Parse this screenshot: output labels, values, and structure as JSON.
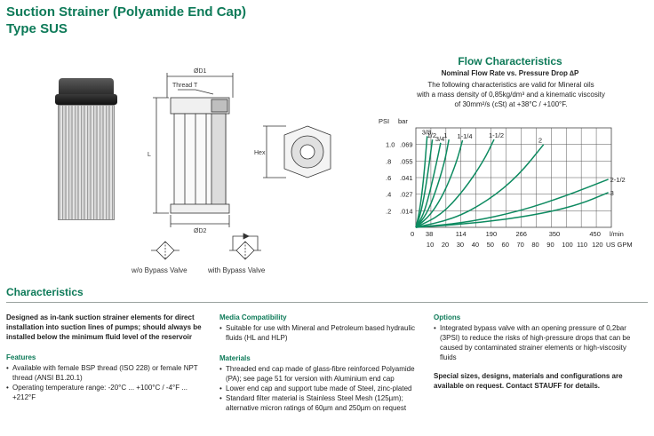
{
  "header": {
    "title_line1": "Suction Strainer (Polyamide End Cap)",
    "title_line2": "Type SUS"
  },
  "drawing": {
    "dim_d1": "ØD1",
    "dim_thread": "Thread T",
    "dim_l": "L",
    "dim_hex": "Hex",
    "dim_d2": "ØD2",
    "caption_no_bypass": "w/o Bypass Valve",
    "caption_bypass": "with Bypass Valve"
  },
  "flow": {
    "title": "Flow Characteristics",
    "subtitle": "Nominal Flow Rate vs. Pressure Drop ∆P",
    "desc_line1": "The following characteristics are valid for Mineral oils",
    "desc_line2": "with a mass density of 0,85kg/dm³ and a kinematic viscosity",
    "desc_line3": "of 30mm²/s (cSt) at +38°C / +100°F."
  },
  "chart_data": {
    "type": "line",
    "title": "",
    "y_unit_psi": "PSI",
    "y_unit_bar": "bar",
    "y_ticks_psi": [
      "1.0",
      ".8",
      ".6",
      ".4",
      ".2"
    ],
    "y_ticks_bar": [
      ".069",
      ".055",
      ".041",
      ".027",
      ".014"
    ],
    "x_unit_lmin": "l/min",
    "x_unit_gpm": "US GPM",
    "x_ticks_lmin": [
      "0",
      "38",
      "114",
      "190",
      "266",
      "350",
      "450"
    ],
    "x_ticks_gpm": [
      "10",
      "20",
      "30",
      "40",
      "50",
      "60",
      "70",
      "80",
      "90",
      "100",
      "110",
      "120"
    ],
    "xlim_gpm": [
      0,
      130
    ],
    "ylim_psi": [
      0,
      1.2
    ],
    "series": [
      {
        "name": "3/8",
        "points": [
          [
            0,
            0
          ],
          [
            2,
            0.15
          ],
          [
            4,
            0.4
          ],
          [
            6,
            0.75
          ],
          [
            7.5,
            1.1
          ]
        ]
      },
      {
        "name": "1/2",
        "points": [
          [
            0,
            0
          ],
          [
            3,
            0.15
          ],
          [
            6,
            0.42
          ],
          [
            9,
            0.78
          ],
          [
            11,
            1.06
          ]
        ]
      },
      {
        "name": "3/4",
        "points": [
          [
            0,
            0
          ],
          [
            5,
            0.15
          ],
          [
            9,
            0.4
          ],
          [
            14,
            0.8
          ],
          [
            16.5,
            1.02
          ]
        ]
      },
      {
        "name": "1",
        "points": [
          [
            0,
            0
          ],
          [
            7,
            0.15
          ],
          [
            13,
            0.42
          ],
          [
            19,
            0.78
          ],
          [
            22,
            1.06
          ]
        ]
      },
      {
        "name": "1-1/4",
        "points": [
          [
            0,
            0
          ],
          [
            10,
            0.15
          ],
          [
            19,
            0.42
          ],
          [
            27,
            0.78
          ],
          [
            31,
            1.05
          ]
        ]
      },
      {
        "name": "1-1/2",
        "points": [
          [
            0,
            0
          ],
          [
            17,
            0.15
          ],
          [
            32,
            0.45
          ],
          [
            45,
            0.8
          ],
          [
            52,
            1.06
          ]
        ]
      },
      {
        "name": "2",
        "points": [
          [
            0,
            0
          ],
          [
            25,
            0.1
          ],
          [
            48,
            0.32
          ],
          [
            68,
            0.62
          ],
          [
            85,
            1.0
          ]
        ]
      },
      {
        "name": "2-1/2",
        "points": [
          [
            0,
            0
          ],
          [
            35,
            0.06
          ],
          [
            70,
            0.2
          ],
          [
            100,
            0.38
          ],
          [
            128,
            0.58
          ]
        ]
      },
      {
        "name": "3",
        "points": [
          [
            0,
            0
          ],
          [
            40,
            0.05
          ],
          [
            80,
            0.15
          ],
          [
            108,
            0.27
          ],
          [
            128,
            0.42
          ]
        ]
      }
    ]
  },
  "characteristics": {
    "heading": "Characteristics",
    "intro": "Designed as in-tank suction strainer elements for direct installation into suction lines of pumps; should always be installed below the minimum fluid level of the reservoir",
    "features_title": "Features",
    "features": [
      "Available with female BSP thread (ISO 228) or female NPT thread (ANSI B1.20.1)",
      "Operating temperature range: -20°C ... +100°C / -4°F ... +212°F"
    ],
    "media_title": "Media Compatibility",
    "media": [
      "Suitable for use with Mineral and Petroleum based hydraulic fluids (HL and HLP)"
    ],
    "materials_title": "Materials",
    "materials": [
      "Threaded end cap made of glass-fibre reinforced Polyamide (PA); see page 51 for version with Aluminium end cap",
      "Lower end cap and support tube made of Steel, zinc-plated",
      "Standard filter material is Stainless Steel Mesh (125µm); alternative micron ratings of 60µm and 250µm on request"
    ],
    "options_title": "Options",
    "options": [
      "Integrated bypass valve with an opening pressure of 0,2bar (3PSI) to reduce the risks of high-pressure drops that can be caused by contaminated strainer elements or high-viscosity fluids"
    ],
    "special": "Special sizes, designs, materials and configurations are available on request. Contact STAUFF for details."
  }
}
